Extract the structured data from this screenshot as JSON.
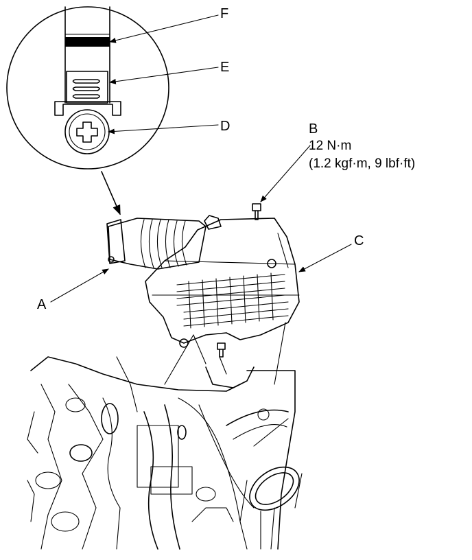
{
  "callouts": {
    "a": "A",
    "b": "B",
    "c": "C",
    "d": "D",
    "e": "E",
    "f": "F"
  },
  "torque_spec": {
    "line1": "12 N·m",
    "line2": "(1.2 kgf·m, 9 lbf·ft)"
  }
}
